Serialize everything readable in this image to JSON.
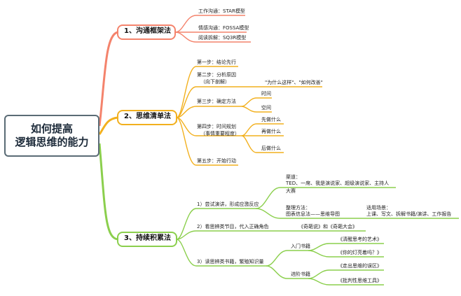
{
  "root": {
    "line1": "如何提高",
    "line2": "逻辑思维的能力"
  },
  "colors": {
    "red": "#f4836c",
    "orange": "#f2b01e",
    "green": "#8bcf4d",
    "root_border": "#5a6b75"
  },
  "branch1": {
    "title": "1、沟通框架法",
    "items": [
      "工作沟通：STAR模型",
      "情感沟通：FOSSA模型",
      "阅读拆解：SQ3R模型"
    ]
  },
  "branch2": {
    "title": "2、思维清单法",
    "step1": "第一步：结论先行",
    "step2_line1": "第二步：分析原因",
    "step2_line2": "（向下剖解）",
    "step2_child": "\"为什么这样\"、\"如何改善\"",
    "step3": "第三步：确定方法",
    "step3_children": [
      "时间",
      "空间"
    ],
    "step4_line1": "第四步：时间规划",
    "step4_line2": "（事情重要程度）",
    "step4_children": [
      "先做什么",
      "再做什么",
      "后做什么"
    ],
    "step5": "第五步：开始行动"
  },
  "branch3": {
    "title": "3、持续积累法",
    "item1": "1）尝试演讲，形成应激反应",
    "channels_label": "渠道：",
    "channels_line1": "TED、一席、我是演说家、超级演说家、主持人",
    "channels_line2": "大赛",
    "method_label": "整理方法：",
    "method_value": "图表信息法——思维导图",
    "scene_label": "适用场景：",
    "scene_value": "上课、写文、拆解书籍/演讲、工作报告",
    "item2": "2）看思辨类节目，代入正确角色",
    "item2_child": "《奇葩说》和《奇葩大会》",
    "item3": "3）读思辨类书籍，繁殖知识量",
    "intro_label": "入门书籍",
    "intro_books": [
      "《清醒思考的艺术》",
      "《你的灯亮着吗？》"
    ],
    "adv_label": "进阶书籍",
    "adv_books": [
      "《走出思维的误区》",
      "《批判性思维工具》"
    ]
  }
}
